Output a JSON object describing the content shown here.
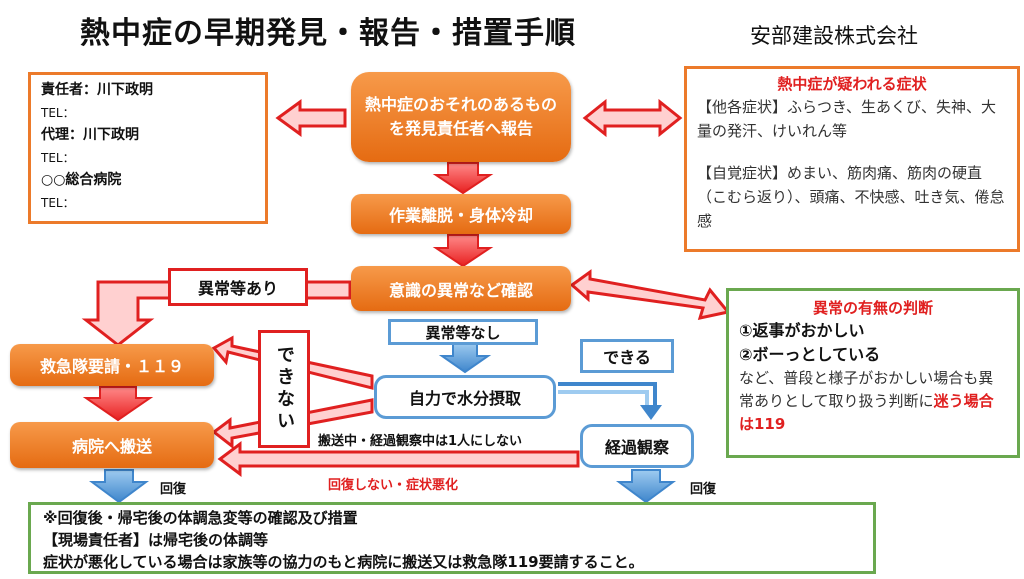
{
  "title": "熱中症の早期発見・報告・措置手順",
  "company": "安部建設株式会社",
  "contacts": {
    "responsible": "責任者：川下政明",
    "tel1": "TEL：",
    "deputy": "代理：川下政明",
    "tel2": "TEL：",
    "hospital": "○○総合病院",
    "tel3": "TEL："
  },
  "flow": {
    "discover": "熱中症のおそれのあるものを発見責任者へ報告",
    "cool": "作業離脱・身体冷却",
    "check": "意識の異常など確認",
    "ambulance": "救急隊要請・１１９",
    "hospital_transport": "病院へ搬送",
    "water": "自力で水分摂取",
    "observe": "経過観察"
  },
  "labels": {
    "abnormal": "異常等あり",
    "normal": "異常等なし",
    "cannot": "できない",
    "can": "できる",
    "not_alone": "搬送中・経過観察中は1人にしない",
    "not_recovered": "回復しない・症状悪化",
    "recovered_left": "回復",
    "recovered_right": "回復"
  },
  "symptoms": {
    "heading": "熱中症が疑われる症状",
    "other": "【他各症状】ふらつき、生あくび、失神、大量の発汗、けいれん等",
    "self": "【自覚症状】めまい、筋肉痛、筋肉の硬直（こむら返り）、頭痛、不快感、吐き気、倦怠感"
  },
  "judgement": {
    "heading": "異常の有無の判断",
    "item1": "①返事がおかしい",
    "item2": "②ボーっとしている",
    "text": "など、普段と様子がおかしい場合も異常ありとして取り扱う判断に",
    "emph": "迷う場合は119"
  },
  "bottom": {
    "line1": "※回復後・帰宅後の体調急変等の確認及び措置",
    "line2": "【現場責任者】は帰宅後の体調等",
    "line3": "症状が悪化している場合は家族等の協力のもと病院に搬送又は救急隊119要請すること。"
  },
  "colors": {
    "orange": "#ec7a2a",
    "red": "#e02020",
    "green": "#6aa84f",
    "blue": "#5b9bd5"
  }
}
